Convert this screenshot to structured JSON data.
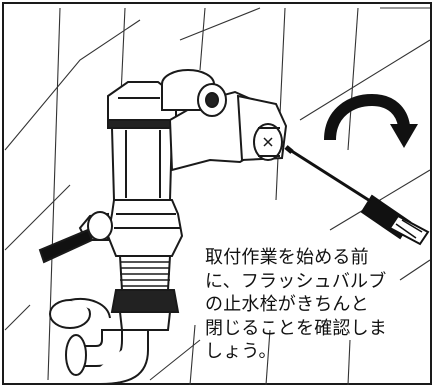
{
  "caption": {
    "lines": [
      "取付作業を始める前",
      "に、フラッシュバルブ",
      "の止水栓がきちんと",
      "閉じることを確認しま",
      "しょう。"
    ]
  },
  "icons": {
    "rotation_arrow": "clockwise-arrow-icon",
    "tool": "screwdriver-icon"
  },
  "colors": {
    "line": "#1a1a1a",
    "fill_dark": "#111111",
    "background": "#ffffff"
  }
}
